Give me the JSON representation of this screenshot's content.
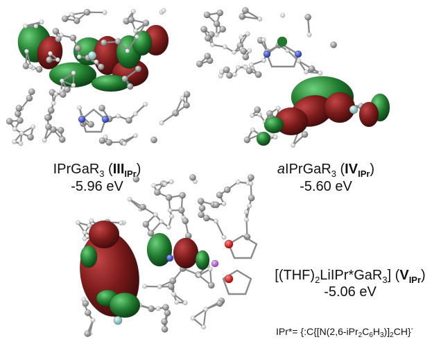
{
  "structures": [
    {
      "id": "III",
      "compound_base": "IPrGaR",
      "compound_sub": "3",
      "label_roman": "III",
      "label_sub": "IPr",
      "energy": "-5.96 eV"
    },
    {
      "id": "IV",
      "compound_prefix": "a",
      "compound_base": "IPrGaR",
      "compound_sub": "3",
      "label_roman": "IV",
      "label_sub": "IPr",
      "energy": "-5.60 eV"
    },
    {
      "id": "V",
      "compound_p1": "[(THF)",
      "compound_s1": "2",
      "compound_p2": "LiIPr*GaR",
      "compound_s2": "3",
      "compound_p3": "]",
      "label_roman": "V",
      "label_sub": "IPr",
      "energy": "-5.06 eV"
    }
  ],
  "footnote": {
    "p1": "IPr*= {:C{[N(2,6-iPr",
    "s1": "2",
    "p2": "C",
    "s2": "6",
    "p3": "H",
    "s3": "3",
    "p4": ")]",
    "s4": "2",
    "p5": "CH}",
    "sup": "-"
  },
  "colors": {
    "lobe_red": "#7a1a1a",
    "lobe_green": "#1f7a2e",
    "carbon": "#8f8f8f",
    "hydrogen": "#e2e2e2",
    "nitrogen": "#3b4fd0",
    "gallium": "#c49a9a",
    "lithium": "#c070d8",
    "oxygen": "#e01c1c",
    "gallium_center": "#a7c7c7"
  }
}
